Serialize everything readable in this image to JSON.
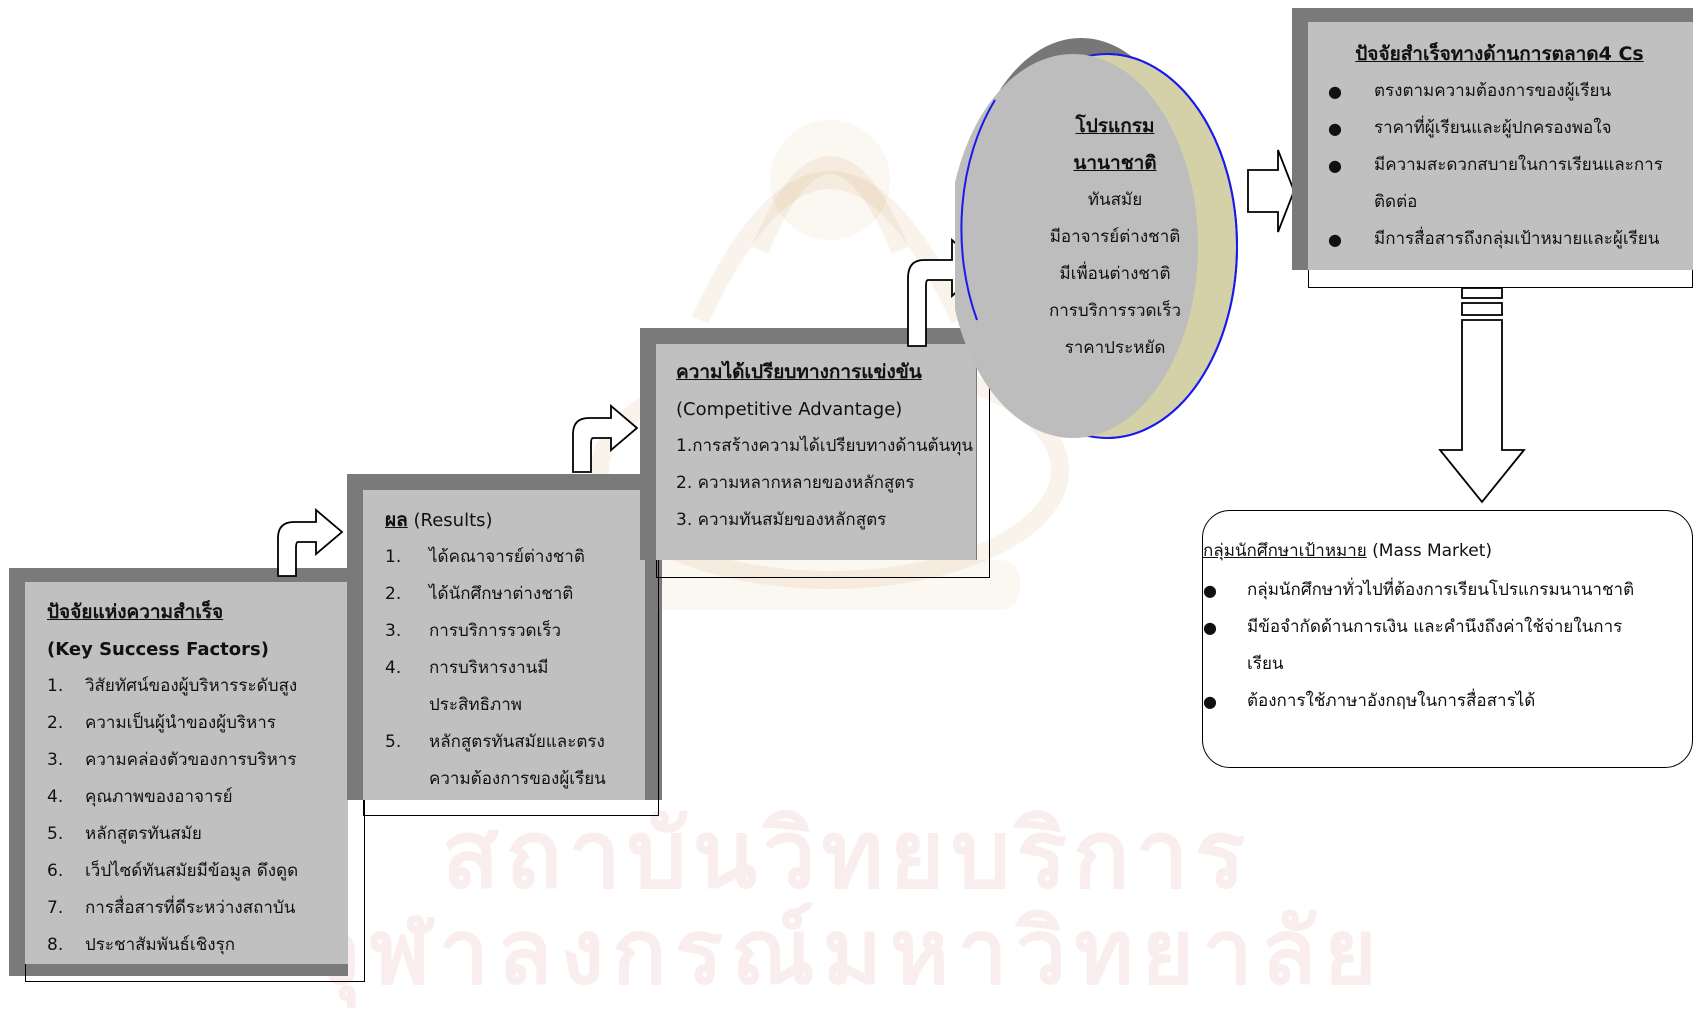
{
  "watermark": {
    "line1": "สถาบันวิทยบริการ",
    "line2": "จุฬาลงกรณ์มหาวิทยาลัย"
  },
  "ksf": {
    "title": "ปัจจัยแห่งความสำเร็จ",
    "subtitle": "(Key Success Factors)",
    "items": [
      {
        "num": "1.",
        "text": "วิสัยทัศน์ของผู้บริหารระดับสูง"
      },
      {
        "num": "2.",
        "text": "ความเป็นผู้นำของผู้บริหาร"
      },
      {
        "num": "3.",
        "text": "ความคล่องตัวของการบริหาร"
      },
      {
        "num": "4.",
        "text": "คุณภาพของอาจารย์"
      },
      {
        "num": "5.",
        "text": "หลักสูตรทันสมัย"
      },
      {
        "num": "6.",
        "text": "เว็ปไซด์ทันสมัยมีข้อมูล ดึงดูด"
      },
      {
        "num": "7.",
        "text": "การสื่อสารที่ดีระหว่างสถาบัน"
      },
      {
        "num": "8.",
        "text": "ประชาสัมพันธ์เชิงรุก"
      }
    ]
  },
  "results": {
    "title_th": "ผล",
    "title_en": " (Results)",
    "items": [
      {
        "num": "1.",
        "text": "ได้คณาจารย์ต่างชาติ"
      },
      {
        "num": "2.",
        "text": "ได้นักศึกษาต่างชาติ"
      },
      {
        "num": "3.",
        "text": "การบริการรวดเร็ว"
      },
      {
        "num": "4.",
        "text": "การบริหารงานมี"
      },
      {
        "num": "",
        "text": "ประสิทธิภาพ"
      },
      {
        "num": "5.",
        "text": "หลักสูตรทันสมัยและตรง"
      },
      {
        "num": "",
        "text": "ความต้องการของผู้เรียน"
      }
    ]
  },
  "advantage": {
    "title": "ความได้เปรียบทางการแข่งขัน",
    "subtitle": "(Competitive Advantage)",
    "items": [
      "1.การสร้างความได้เปรียบทางด้านต้นทุน",
      "2. ความหลากหลายของหลักสูตร",
      "3. ความทันสมัยของหลักสูตร"
    ]
  },
  "program": {
    "title1": "โปรแกรม",
    "title2": "นานาชาติ",
    "lines": [
      "ทันสมัย",
      "มีอาจารย์ต่างชาติ",
      "มีเพื่อนต่างชาติ",
      "การบริการรวดเร็ว",
      "ราคาประหยัด"
    ]
  },
  "marketing": {
    "title": "ปัจจัยสำเร็จทางด้านการตลาด4 Cs",
    "bullet": "●",
    "items": [
      {
        "lines": [
          "ตรงตามความต้องการของผู้เรียน"
        ]
      },
      {
        "lines": [
          "ราคาที่ผู้เรียนและผู้ปกครองพอใจ"
        ]
      },
      {
        "lines": [
          "มีความสะดวกสบายในการเรียนและการ",
          "ติดต่อ"
        ]
      },
      {
        "lines": [
          "มีการสื่อสารถึงกลุ่มเป้าหมายและผู้เรียน"
        ]
      }
    ]
  },
  "target": {
    "title_th": "กลุ่มนักศึกษาเป้าหมาย",
    "title_en": " (Mass Market)",
    "bullet": "●",
    "items": [
      {
        "lines": [
          "กลุ่มนักศึกษาทั่วไปที่ต้องการเรียนโปรแกรมนานาชาติ"
        ]
      },
      {
        "lines": [
          "มีข้อจำกัดด้านการเงิน และคำนึงถึงค่าใช้จ่ายในการ",
          "เรียน"
        ]
      },
      {
        "lines": [
          "ต้องการใช้ภาษาอังกฤษในการสื่อสารได้"
        ]
      }
    ]
  }
}
